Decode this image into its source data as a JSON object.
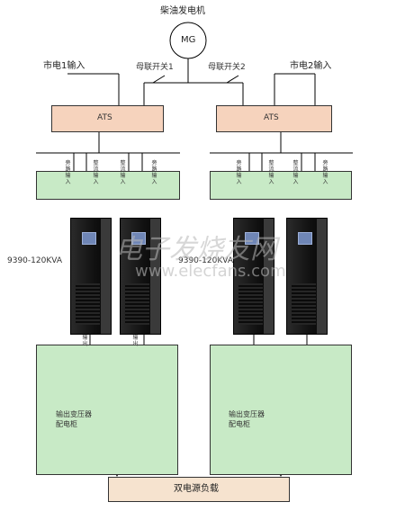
{
  "generator": {
    "title": "柴油发电机",
    "symbol": "MG"
  },
  "inputs": {
    "left": "市电1输入",
    "right": "市电2输入"
  },
  "tie_switches": {
    "left": "母联开关1",
    "right": "母联开关2"
  },
  "ats": {
    "left": "ATS",
    "right": "ATS"
  },
  "input_panel_labels": [
    "旁路输入",
    "整流输入",
    "整流输入",
    "旁路输入"
  ],
  "ups_models": {
    "left": "9390-120KVA",
    "right": "9390-120KVA"
  },
  "output_breaker_labels": [
    "输出",
    "输出"
  ],
  "output_cabinets": {
    "left": "输出变压器\n配电柜",
    "right": "输出变压器\n配电柜"
  },
  "load": "双电源负载",
  "watermark": {
    "cn": "电子发烧友网",
    "url": "www.elecfans.com"
  },
  "colors": {
    "ats_fill": "#f6d3bd",
    "panel_fill": "#c8eac6",
    "cabinet_fill": "#c8eac6",
    "load_fill": "#f6e3cf",
    "line": "#000000"
  }
}
